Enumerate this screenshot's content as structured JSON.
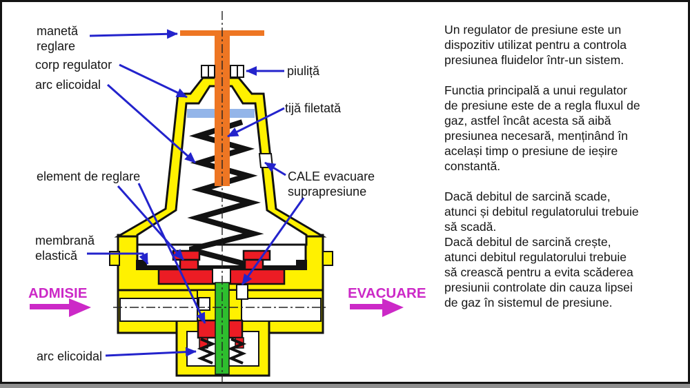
{
  "colors": {
    "yellow": "#FFF100",
    "orange": "#EE7623",
    "red": "#EC1C24",
    "green": "#2EBE2E",
    "blue_band": "#93B5E9",
    "leader_blue": "#2323CC",
    "magenta": "#CC29C7",
    "outline": "#121212"
  },
  "diagram": {
    "labels": {
      "maneta_1": "manetă",
      "maneta_2": "reglare",
      "corp_regulator": "corp regulator",
      "arc_elicoidal_top": "arc elicoidal",
      "element_de_reglare": "element de reglare",
      "membrana_1": "membrană",
      "membrana_2": "elastică",
      "admisie": "ADMISIE",
      "arc_elicoidal_bottom": "arc elicoidal",
      "piulita": "piuliță",
      "tija_filetata": "tijă filetată",
      "cale_1": "CALE evacuare",
      "cale_2": "suprapresiune",
      "evacuare": "EVACUARE"
    }
  },
  "description": {
    "paragraph1": "Un regulator de presiune este un\ndispozitiv utilizat pentru a controla\npresiunea fluidelor într-un sistem.",
    "paragraph2": "Functia principală a unui regulator\nde presiune este de a regla fluxul de\ngaz, astfel încât acesta să aibă\npresiunea necesară, menținând în\nacelași timp o presiune de ieșire\nconstantă.",
    "paragraph3": "Dacă debitul de sarcină scade,\natunci și debitul regulatorului trebuie\nsă scadă.\nDacă debitul de sarcină crește,\natunci debitul regulatorului trebuie\nsă crească pentru a evita scăderea\npresiunii controlate din cauza lipsei\nde gaz în sistemul de presiune."
  }
}
